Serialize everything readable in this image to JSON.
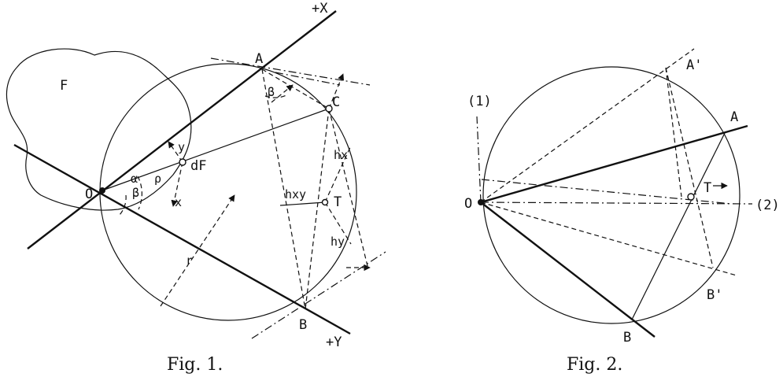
{
  "fig1": {
    "caption": "Fig. 1.",
    "labels": {
      "plus_x": "+X",
      "plus_y": "+Y",
      "A": "A",
      "B": "B",
      "C": "C",
      "O": "O",
      "F": "F",
      "dF": "dF",
      "T": "T",
      "x": "x",
      "y": "y",
      "r": "r",
      "rho": "ρ",
      "alpha": "α",
      "beta": "β",
      "beta_A": "β",
      "hx": "hx",
      "hy": "hy",
      "hxy": "hxy"
    }
  },
  "fig2": {
    "caption": "Fig. 2.",
    "labels": {
      "axis1": "(1)",
      "axis2": "(2)",
      "O": "O",
      "A": "A",
      "A_prime": "A'",
      "B": "B",
      "B_prime": "B'",
      "T": "T"
    }
  }
}
